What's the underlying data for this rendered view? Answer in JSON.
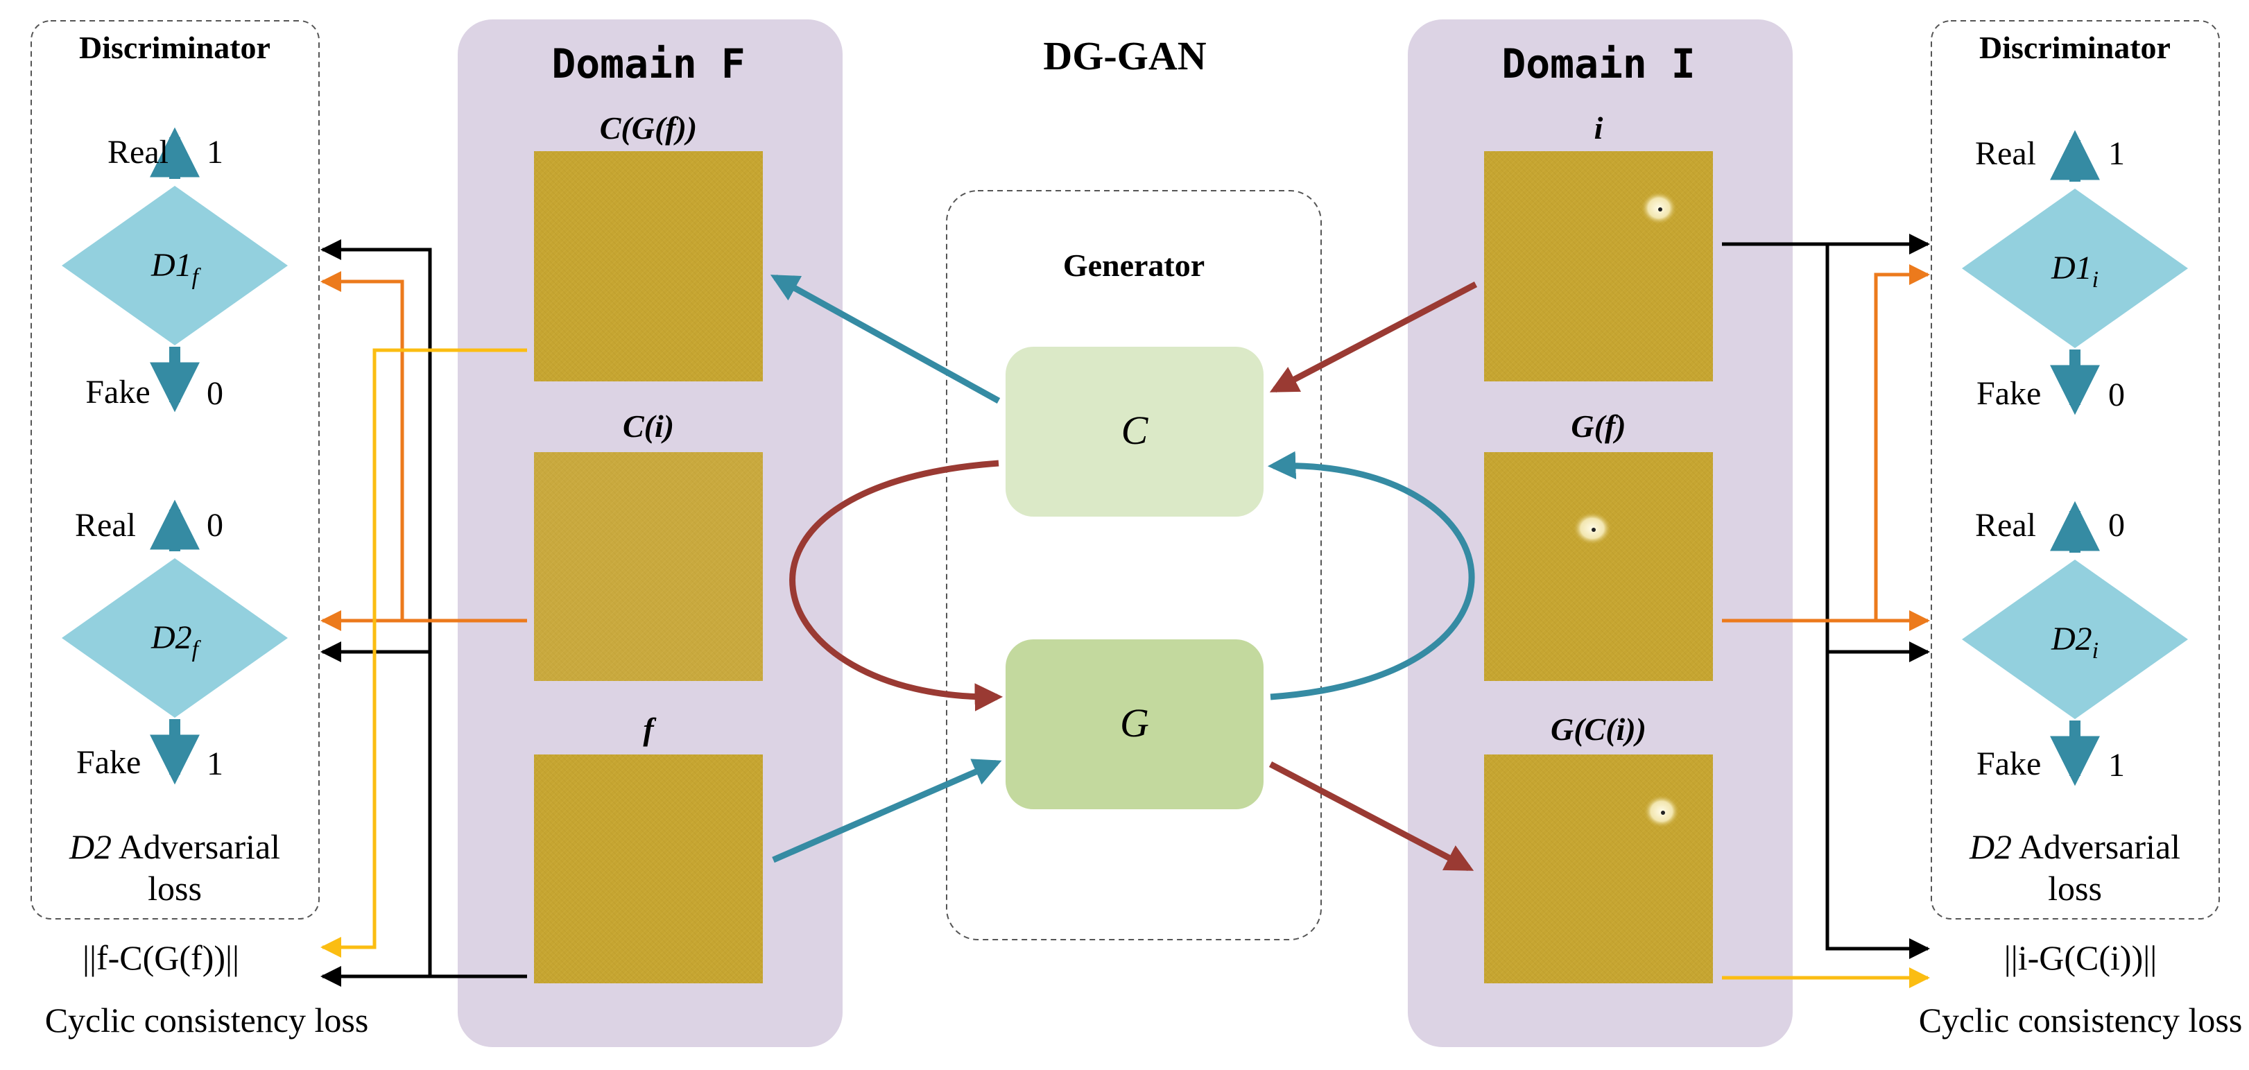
{
  "title": "DG-GAN",
  "generator": {
    "title": "Generator",
    "c_label": "C",
    "g_label": "G"
  },
  "domain_f": {
    "title": "Domain F",
    "images": [
      {
        "label": "C(G(f))"
      },
      {
        "label": "C(i)"
      },
      {
        "label": "f"
      }
    ]
  },
  "domain_i": {
    "title": "Domain I",
    "images": [
      {
        "label": "i"
      },
      {
        "label": "G(f)"
      },
      {
        "label": "G(C(i))"
      }
    ]
  },
  "discriminator_left": {
    "title": "Discriminator",
    "d1": {
      "name": "D1",
      "sub": "f",
      "real": "Real",
      "real_val": "1",
      "fake": "Fake",
      "fake_val": "0"
    },
    "d2": {
      "name": "D2",
      "sub": "f",
      "real": "Real",
      "real_val": "0",
      "fake": "Fake",
      "fake_val": "1"
    },
    "loss_name": "D2",
    "loss_line1": " Adversarial",
    "loss_line2": "loss"
  },
  "discriminator_right": {
    "title": "Discriminator",
    "d1": {
      "name": "D1",
      "sub": "i",
      "real": "Real",
      "real_val": "1",
      "fake": "Fake",
      "fake_val": "0"
    },
    "d2": {
      "name": "D2",
      "sub": "i",
      "real": "Real",
      "real_val": "0",
      "fake": "Fake",
      "fake_val": "1"
    },
    "loss_name": "D2",
    "loss_line1": " Adversarial",
    "loss_line2": "loss"
  },
  "cyclic_left": {
    "formula": "||f-C(G(f))||",
    "label": "Cyclic consistency loss"
  },
  "cyclic_right": {
    "formula": "||i-G(C(i))||",
    "label": "Cyclic consistency loss"
  },
  "colors": {
    "panel": "#dcd3e4",
    "diamond": "#93d0de",
    "arrow_teal": "#358ba3",
    "arrow_red": "#9a3a33",
    "arrow_black": "#000000",
    "arrow_orange": "#ec7a1c",
    "arrow_yellow": "#fbbd12",
    "box_c": "#dbe9c7",
    "box_g": "#c3d99e",
    "fabric": "#c6a531"
  }
}
